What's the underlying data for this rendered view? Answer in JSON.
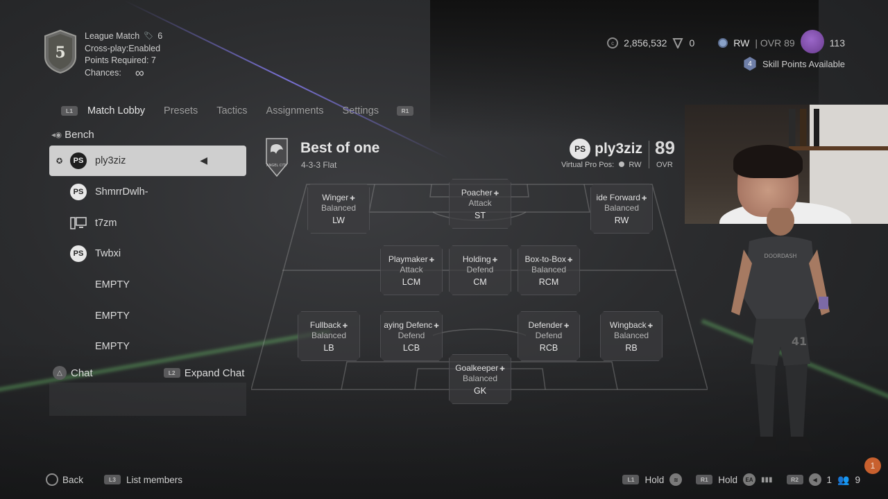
{
  "league": {
    "badge_number": "5",
    "title": "League Match",
    "count": "6",
    "crossplay": "Cross-play:Enabled",
    "points_required": "Points Required: 7",
    "chances_label": "Chances:",
    "chances_value": "∞"
  },
  "currency": {
    "coins": "2,856,532",
    "points": "0"
  },
  "profile": {
    "position": "RW",
    "ovr_label": "| OVR 89",
    "level": "113",
    "skill_points_count": "4",
    "skill_points_label": "Skill Points Available"
  },
  "tabs": {
    "left_button": "L1",
    "right_button": "R1",
    "items": [
      "Match Lobby",
      "Presets",
      "Tactics",
      "Assignments",
      "Settings"
    ]
  },
  "bench": {
    "title": "Bench",
    "members": [
      {
        "name": "ply3ziz",
        "platform": "PS"
      },
      {
        "name": "ShmrrDwlh-",
        "platform": "PS"
      },
      {
        "name": "t7zm",
        "platform": "PC"
      },
      {
        "name": "Twbxi",
        "platform": "PS"
      },
      {
        "name": "EMPTY",
        "platform": ""
      },
      {
        "name": "EMPTY",
        "platform": ""
      },
      {
        "name": "EMPTY",
        "platform": ""
      }
    ]
  },
  "chat": {
    "chat_label": "Chat",
    "l2_button": "L2",
    "expand_label": "Expand Chat"
  },
  "lineup": {
    "title": "Best of one",
    "formation": "4-3-3 Flat",
    "crest_text": "ANGEL CITY",
    "positions": [
      {
        "role": "Winger",
        "focus": "Balanced",
        "pos": "LW"
      },
      {
        "role": "Poacher",
        "focus": "Attack",
        "pos": "ST"
      },
      {
        "role": "ide Forward",
        "focus": "Balanced",
        "pos": "RW"
      },
      {
        "role": "Playmaker",
        "focus": "Attack",
        "pos": "LCM"
      },
      {
        "role": "Holding",
        "focus": "Defend",
        "pos": "CM"
      },
      {
        "role": "Box-to-Box",
        "focus": "Balanced",
        "pos": "RCM"
      },
      {
        "role": "Fullback",
        "focus": "Balanced",
        "pos": "LB"
      },
      {
        "role": "aying Defenc",
        "focus": "Defend",
        "pos": "LCB"
      },
      {
        "role": "Defender",
        "focus": "Defend",
        "pos": "RCB"
      },
      {
        "role": "Wingback",
        "focus": "Balanced",
        "pos": "RB"
      },
      {
        "role": "Goalkeeper",
        "focus": "Balanced",
        "pos": "GK"
      }
    ]
  },
  "virtual_pro": {
    "name": "ply3ziz",
    "ovr": "89",
    "ovr_label": "OVR",
    "pos_label": "Virtual Pro Pos:",
    "pos_value": "RW",
    "kit_number": "41",
    "sponsor": "DOORDASH"
  },
  "bottom": {
    "back_label": "Back",
    "l3_button": "L3",
    "list_members_label": "List members",
    "l1_button": "L1",
    "hold1": "Hold",
    "r1_button": "R1",
    "hold2": "Hold",
    "r2_button": "R2",
    "party_count": "1",
    "friends_count": "9",
    "notification_count": "1"
  },
  "colors": {
    "selected_row": "#cfcfcf",
    "notification": "#c8602e",
    "accent_glow": "#78dc78"
  }
}
